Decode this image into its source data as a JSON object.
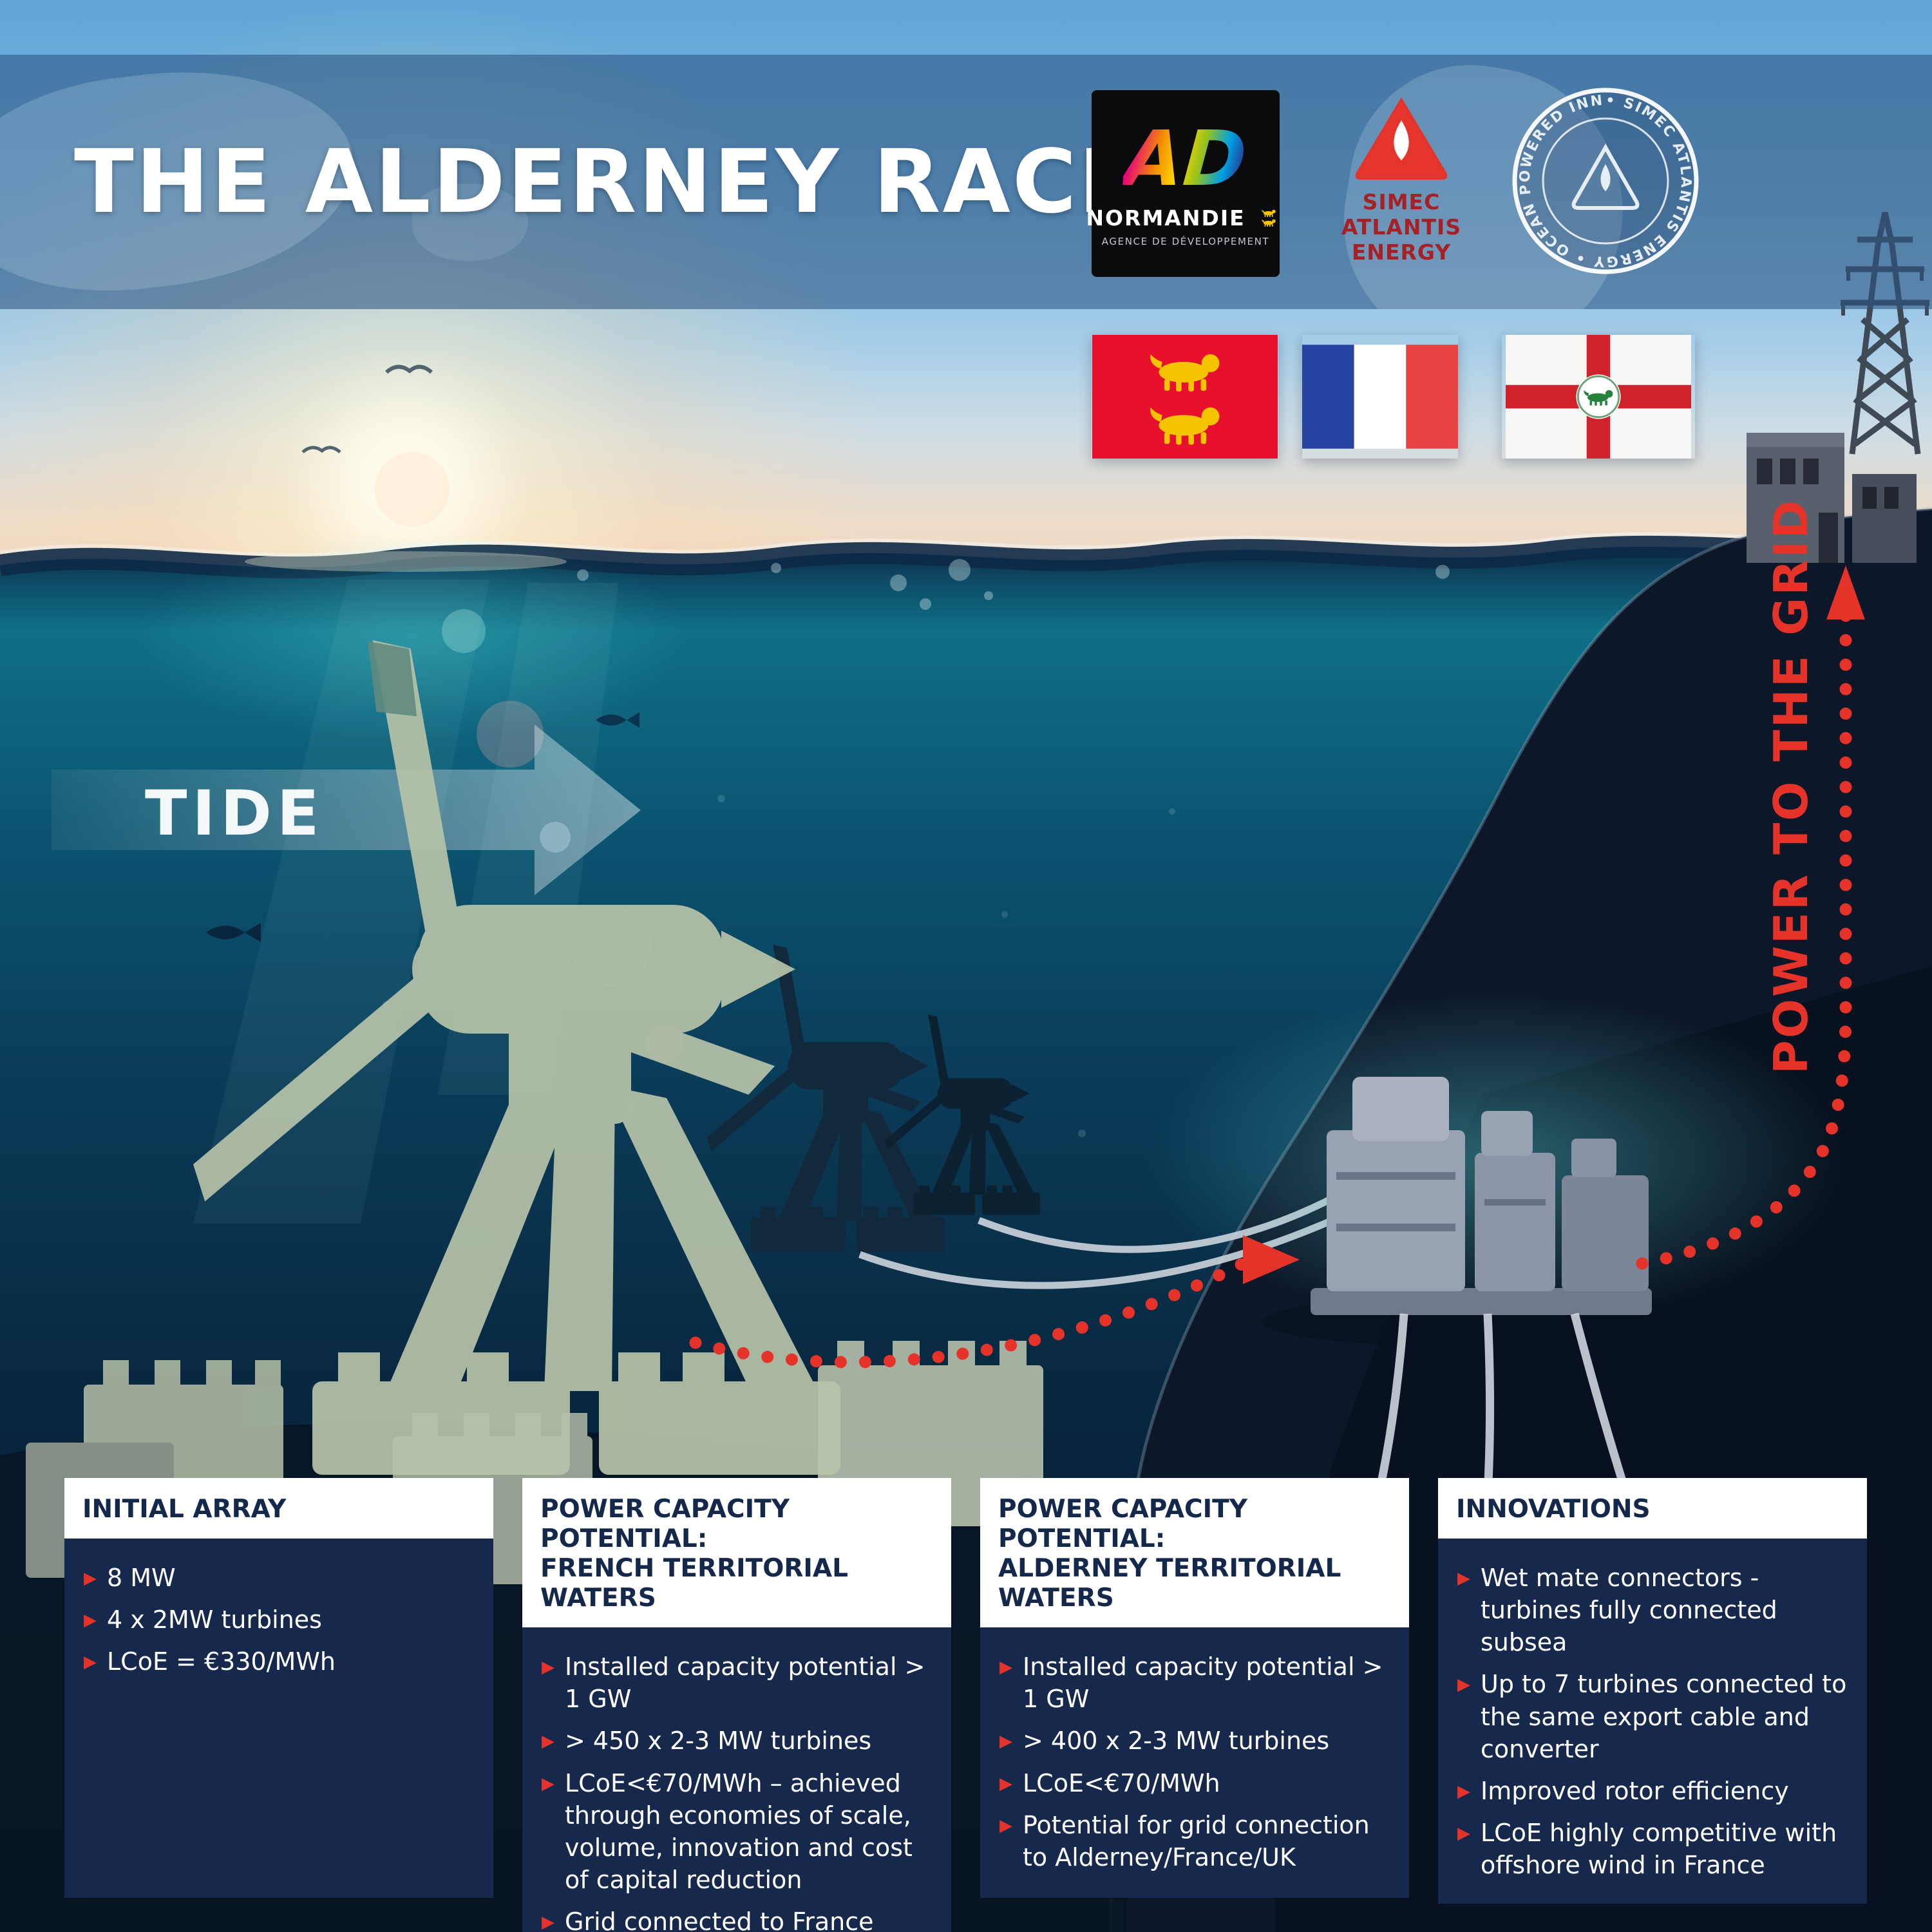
{
  "title": "THE ALDERNEY RACE",
  "logos": {
    "normandie": {
      "letters": "AD",
      "name": "NORMANDIE",
      "subtitle": "AGENCE DE DÉVELOPPEMENT"
    },
    "simec": {
      "line1": "SIMEC ATLANTIS",
      "line2": "ENERGY"
    },
    "badge": {
      "circle_text": "• SIMEC ATLANTIS ENERGY • OCEAN POWERED INNOVATION"
    }
  },
  "scene": {
    "tide_label": "TIDE",
    "power_label": "POWER TO THE GRID",
    "icons": [
      "tidal-turbine-icon",
      "subsea-hub-icon",
      "export-cable-dotted-icon",
      "pylon-icon",
      "substation-icon",
      "normandy-flag",
      "france-flag",
      "alderney-flag",
      "sun",
      "birds",
      "fish"
    ]
  },
  "colors": {
    "accent_red": "#e6332a",
    "panel_navy": "#16294c",
    "header_band_blue": "#2c5482",
    "turbine_green": "#b7c3a9"
  },
  "panels": [
    {
      "header_line1": "INITIAL ARRAY",
      "items": [
        "8 MW",
        "4 x 2MW turbines",
        "LCoE = €330/MWh"
      ]
    },
    {
      "header_line1": "POWER CAPACITY POTENTIAL:",
      "header_line2": "FRENCH TERRITORIAL WATERS",
      "items": [
        "Installed capacity potential > 1 GW",
        "> 450 x 2-3 MW turbines",
        "LCoE<€70/MWh – achieved through economies of scale, volume, innovation and cost of capital reduction",
        "Grid connected to France"
      ]
    },
    {
      "header_line1": "POWER CAPACITY POTENTIAL:",
      "header_line2": "ALDERNEY TERRITORIAL WATERS",
      "items": [
        "Installed capacity potential > 1 GW",
        "> 400 x 2-3 MW turbines",
        "LCoE<€70/MWh",
        "Potential for grid connection to Alderney/France/UK"
      ]
    },
    {
      "header_line1": "INNOVATIONS",
      "items": [
        "Wet mate connectors - turbines fully connected subsea",
        "Up to 7 turbines connected to the same export cable and converter",
        "Improved rotor efficiency",
        "LCoE highly competitive with offshore wind in France"
      ]
    }
  ]
}
